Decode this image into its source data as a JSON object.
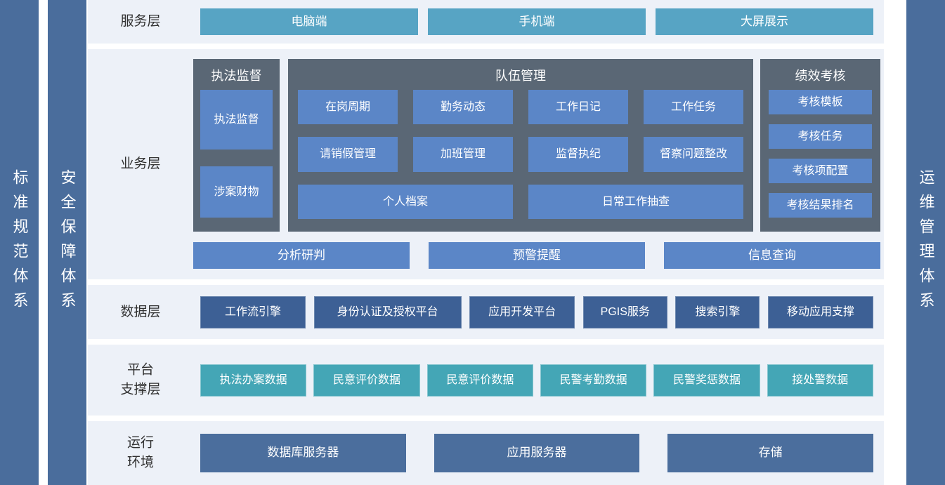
{
  "sidebars": {
    "standards": "标准规范体系",
    "security": "安全保障体系",
    "operations": "运维管理体系"
  },
  "service_layer": {
    "label": "服务层",
    "items": [
      "电脑端",
      "手机端",
      "大屏展示"
    ]
  },
  "business_layer": {
    "label": "业务层",
    "law_supervision": {
      "title": "执法监督",
      "items": [
        "执法监督",
        "涉案财物"
      ]
    },
    "team_management": {
      "title": "队伍管理",
      "row1": [
        "在岗周期",
        "勤务动态",
        "工作日记",
        "工作任务"
      ],
      "row2": [
        "请销假管理",
        "加班管理",
        "监督执纪",
        "督察问题整改"
      ],
      "row3": [
        "个人档案",
        "日常工作抽查"
      ]
    },
    "performance": {
      "title": "绩效考核",
      "items": [
        "考核模板",
        "考核任务",
        "考核项配置",
        "考核结果排名"
      ]
    },
    "bottom_items": [
      "分析研判",
      "预警提醒",
      "信息查询"
    ]
  },
  "data_layer": {
    "label": "数据层",
    "items": [
      "工作流引擎",
      "身份认证及授权平台",
      "应用开发平台",
      "PGIS服务",
      "搜索引擎",
      "移动应用支撑"
    ]
  },
  "platform_layer": {
    "label_line1": "平台",
    "label_line2": "支撑层",
    "items": [
      "执法办案数据",
      "民意评价数据",
      "民意评价数据",
      "民警考勤数据",
      "民警奖惩数据",
      "接处警数据"
    ]
  },
  "runtime_layer": {
    "label_line1": "运行",
    "label_line2": "环境",
    "items": [
      "数据库服务器",
      "应用服务器",
      "存储"
    ]
  },
  "colors": {
    "sidebar_bg": "#4a6d9c",
    "band_bg": "#edf1f8",
    "service_box": "#57a4c4",
    "group_bg": "#5a6775",
    "blue_box": "#5b86c7",
    "navy_box": "#3d6095",
    "teal_box": "#44a6b6",
    "steel_box": "#4b6e9d",
    "label_text": "#303030"
  }
}
